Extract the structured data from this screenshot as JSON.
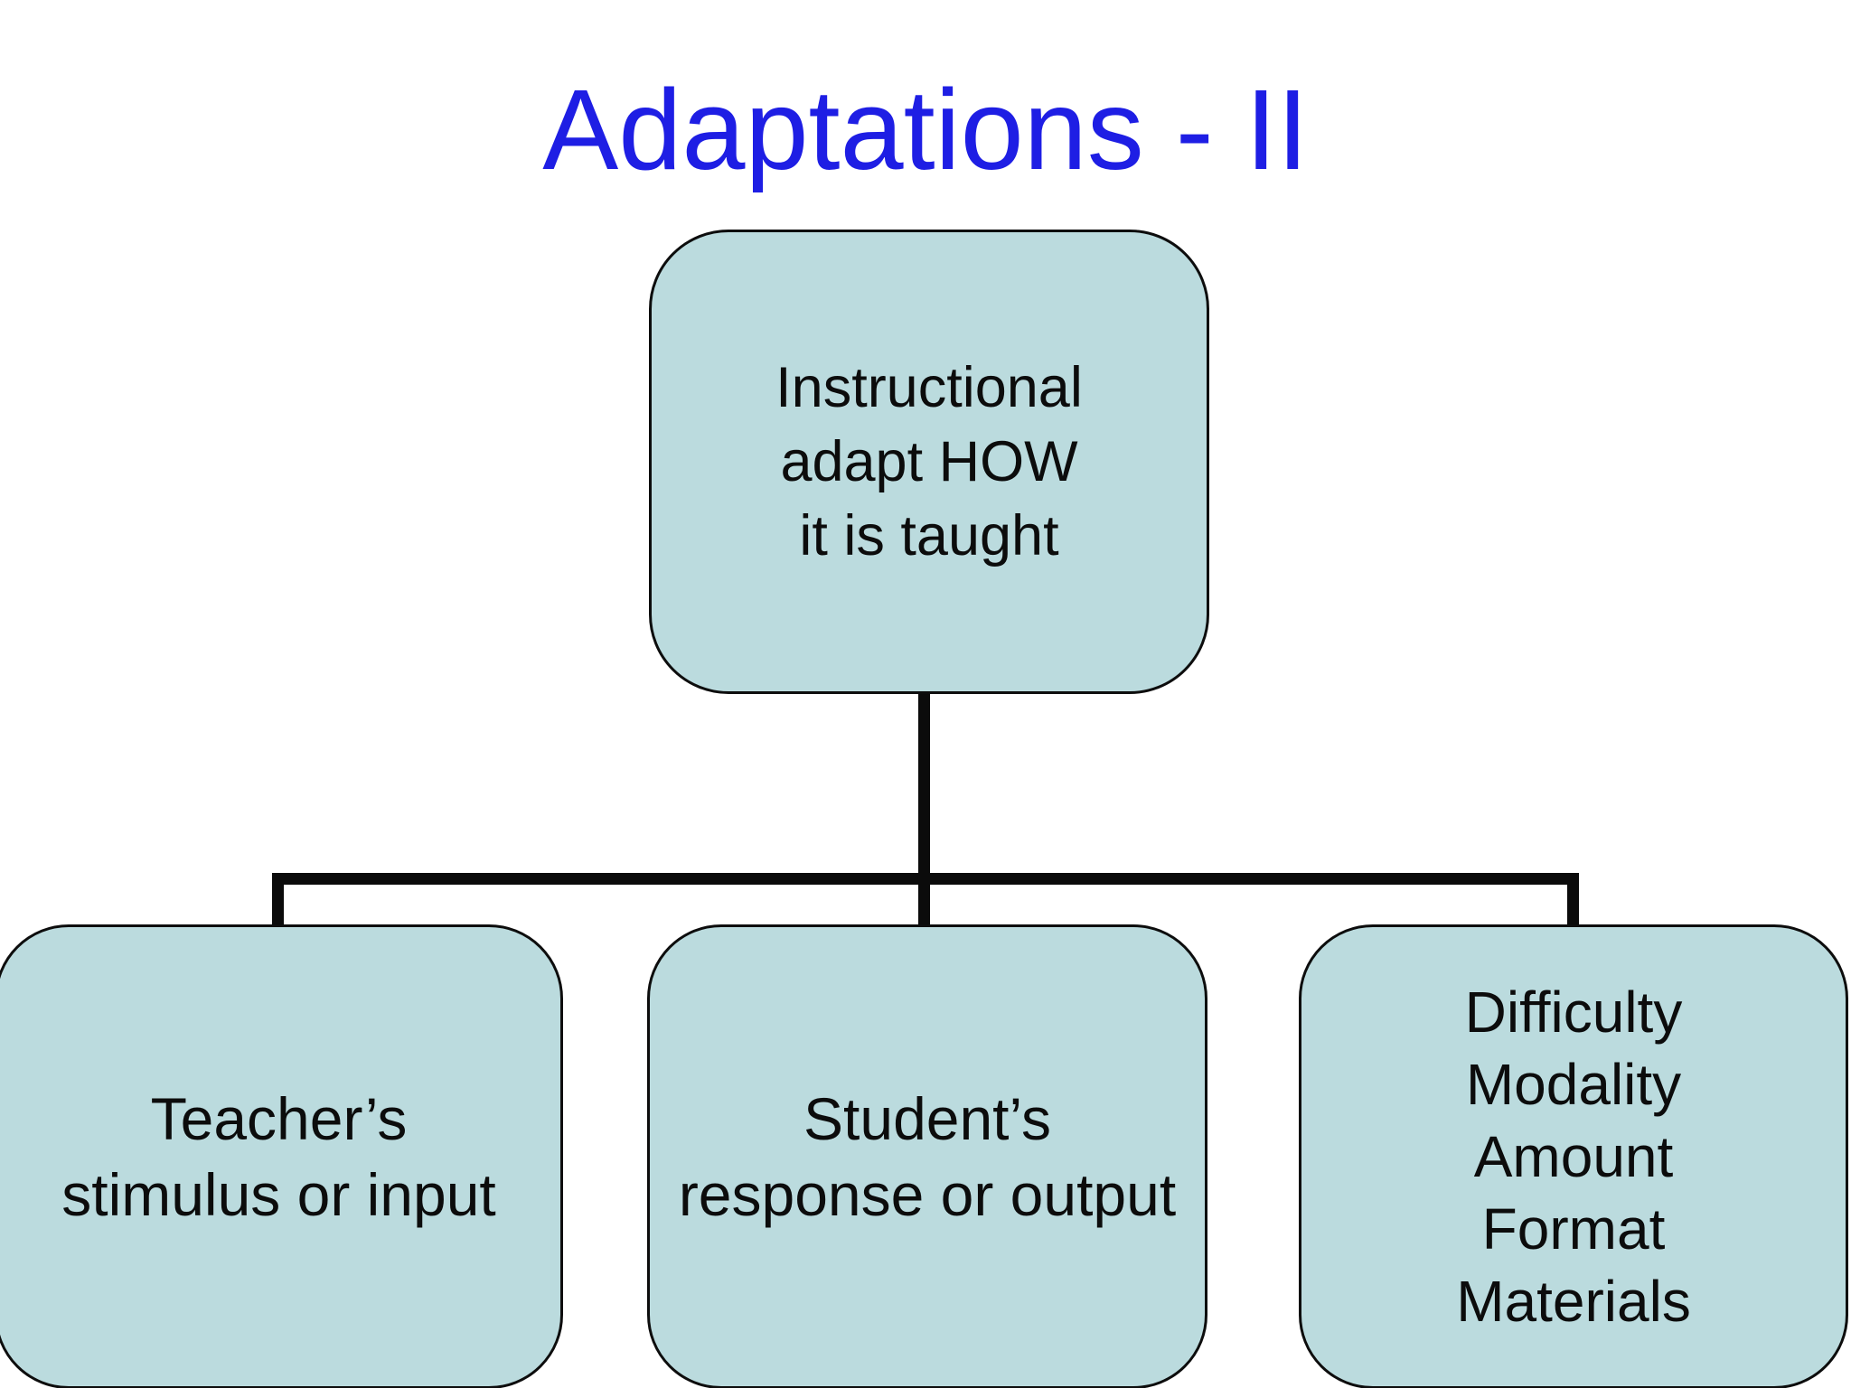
{
  "slide_title": "Adaptations - II",
  "colors": {
    "title_blue": "#1E1EE4",
    "box_fill": "#BBDBDE",
    "box_border": "#0D0D0D",
    "connector_black": "#0B0B0B",
    "background": "#FFFFFF",
    "box_text": "#0C0C0C"
  },
  "nodes": {
    "root": {
      "lines": [
        "Instructional",
        "adapt HOW",
        "it is taught"
      ]
    },
    "teacher": {
      "lines": [
        "Teacher’s",
        "stimulus or input"
      ]
    },
    "student": {
      "lines": [
        "Student’s",
        "response or output"
      ]
    },
    "difficulty": {
      "lines": [
        "Difficulty",
        "Modality",
        "Amount",
        "Format",
        "Materials"
      ]
    }
  }
}
